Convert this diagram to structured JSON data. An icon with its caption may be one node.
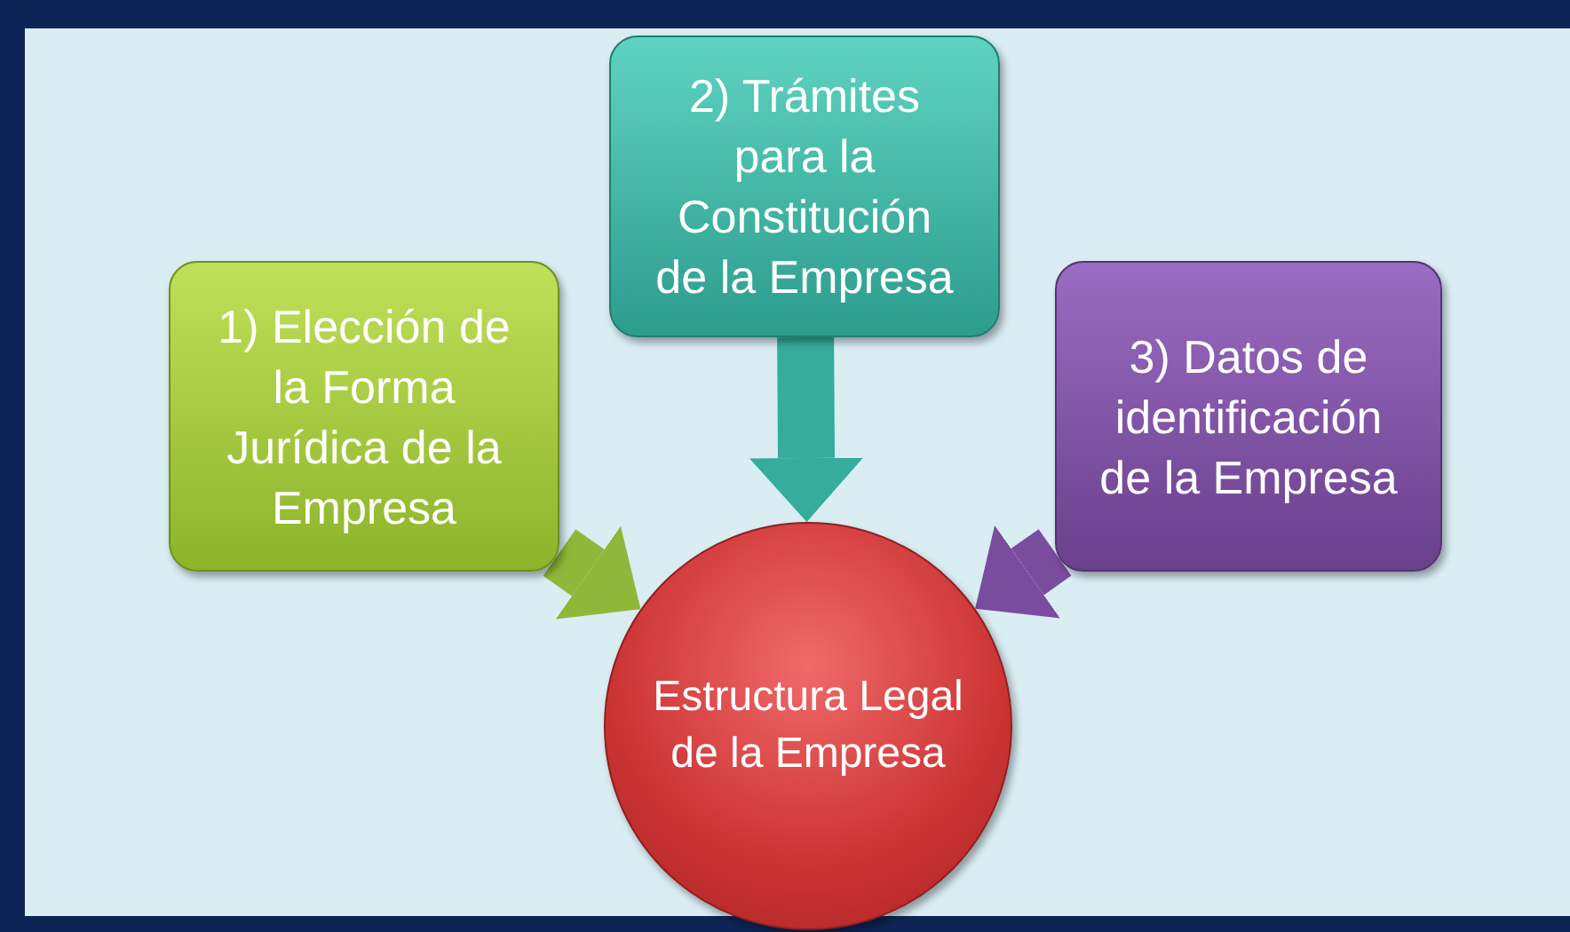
{
  "diagram": {
    "nodes": [
      {
        "text": [
          "1) Elección de la Forma Jurídica de la Empresa"
        ]
      },
      {
        "text": [
          "2) Trámites para la Constitución de la Empresa"
        ]
      },
      {
        "text": [
          "3) Datos de identificación de la Empresa"
        ]
      },
      {
        "text": [
          "Estructura Legal de la Empresa"
        ]
      }
    ],
    "edges": [
      {
        "from": 0,
        "to": 3,
        "arrow": "to",
        "color": "#8fb83a"
      },
      {
        "from": 1,
        "to": 3,
        "arrow": "to",
        "color": "#35ac9c"
      },
      {
        "from": 2,
        "to": 3,
        "arrow": "to",
        "color": "#7a4c9e"
      }
    ]
  }
}
